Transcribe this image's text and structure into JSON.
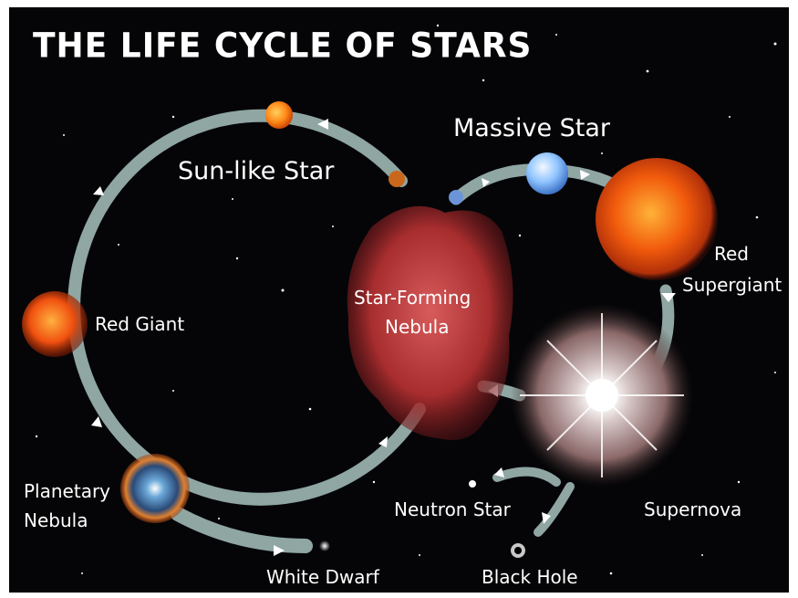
{
  "title": "THE LIFE CYCLE OF STARS",
  "labels": {
    "sun_like_star": "Sun-like Star",
    "massive_star": "Massive Star",
    "red_giant": "Red Giant",
    "red_supergiant_line1": "Red",
    "red_supergiant_line2": "Supergiant",
    "nebula_line1": "Star-Forming",
    "nebula_line2": "Nebula",
    "planetary_line1": "Planetary",
    "planetary_line2": "Nebula",
    "white_dwarf": "White Dwarf",
    "neutron_star": "Neutron Star",
    "black_hole": "Black Hole",
    "supernova": "Supernova"
  },
  "colors": {
    "background": "#050507",
    "arrow_path": "#8fa6a3",
    "sun_like_star": "#ff7a10",
    "massive_star": "#8fc4ff",
    "red_giant": "#f0500f",
    "red_supergiant": "#f15a0c",
    "nebula": "#c93a3a",
    "supernova_core": "#ffffff"
  }
}
